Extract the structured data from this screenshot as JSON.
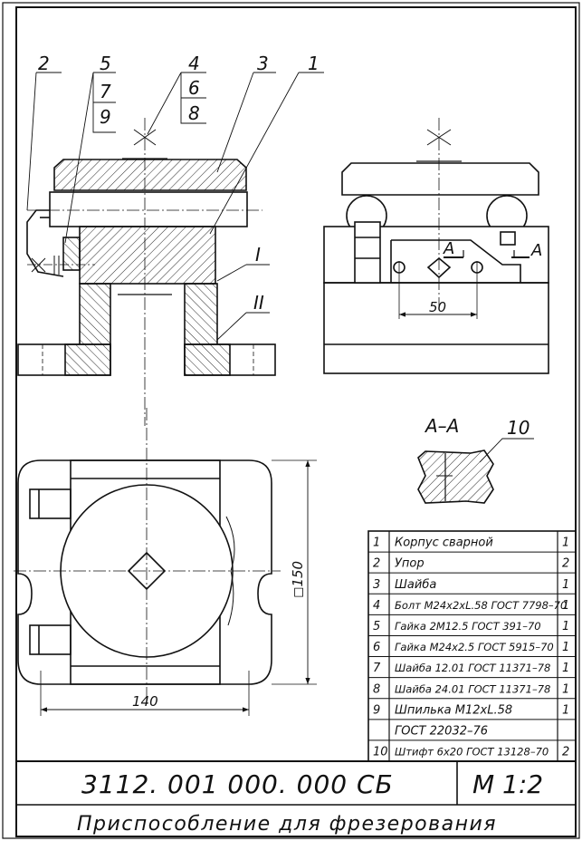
{
  "drawing": {
    "callouts": {
      "c1": "1",
      "c2": "2",
      "c3": "3",
      "c4": "4",
      "c5": "5",
      "c6": "6",
      "c7": "7",
      "c8": "8",
      "c9": "9",
      "c10": "10"
    },
    "surface_marks": {
      "m1": "I",
      "m2": "II"
    },
    "section_marker": "A",
    "section_title": "A–A",
    "dimensions": {
      "hole_spacing": "50",
      "width": "140",
      "height": "◻150"
    }
  },
  "parts_list": [
    {
      "pos": "1",
      "name": "Корпус сварной",
      "qty": "1"
    },
    {
      "pos": "2",
      "name": "Упор",
      "qty": "2"
    },
    {
      "pos": "3",
      "name": "Шайба",
      "qty": "1"
    },
    {
      "pos": "4",
      "name": "Болт М24x2xL.58 ГОСТ 7798–70",
      "qty": "1"
    },
    {
      "pos": "5",
      "name": "Гайка 2М12.5 ГОСТ 391–70",
      "qty": "1"
    },
    {
      "pos": "6",
      "name": "Гайка М24x2.5 ГОСТ 5915–70",
      "qty": "1"
    },
    {
      "pos": "7",
      "name": "Шайба 12.01 ГОСТ 11371–78",
      "qty": "1"
    },
    {
      "pos": "8",
      "name": "Шайба 24.01 ГОСТ 11371–78",
      "qty": "1"
    },
    {
      "pos": "9",
      "name": "Шпилька М12xL.58",
      "qty": "1"
    },
    {
      "pos": "",
      "name": "ГОСТ 22032–76",
      "qty": ""
    },
    {
      "pos": "10",
      "name": "Штифт 6x20 ГОСТ 13128–70",
      "qty": "2"
    }
  ],
  "title_block": {
    "designation": "3112. 001 000. 000 СБ",
    "scale": "М 1:2",
    "title": "Приспособление для фрезерования"
  }
}
